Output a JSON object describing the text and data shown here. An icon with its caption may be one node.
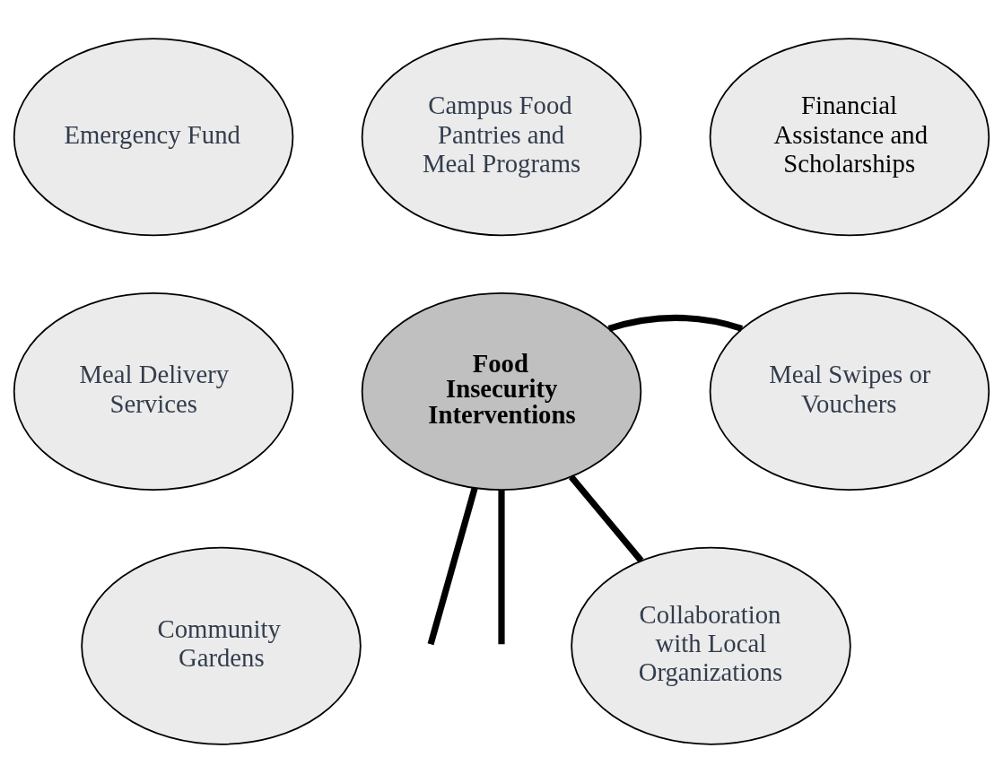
{
  "diagram": {
    "nodes": [
      {
        "text": [
          "Campus Food Pantries and Meal Programs"
        ]
      },
      {
        "text": [
          "Emergency Fund"
        ]
      },
      {
        "text": [
          "Financial Assistance and Scholarships"
        ]
      },
      {
        "text": [
          "Food Insecurity Interventions"
        ]
      },
      {
        "text": [
          "Meal Delivery Services"
        ]
      },
      {
        "text": [
          "Meal Swipes or Vouchers"
        ]
      },
      {
        "text": [
          "Community Gardens"
        ]
      },
      {
        "text": [
          "Collaboration with Local Organizations"
        ]
      }
    ],
    "edges": [
      {
        "from": 3,
        "to": null,
        "arrow": "none"
      },
      {
        "from": 3,
        "to": 5,
        "arrow": "none"
      },
      {
        "from": 3,
        "to": null,
        "arrow": "none"
      },
      {
        "from": 3,
        "to": 7,
        "arrow": "none"
      }
    ]
  }
}
